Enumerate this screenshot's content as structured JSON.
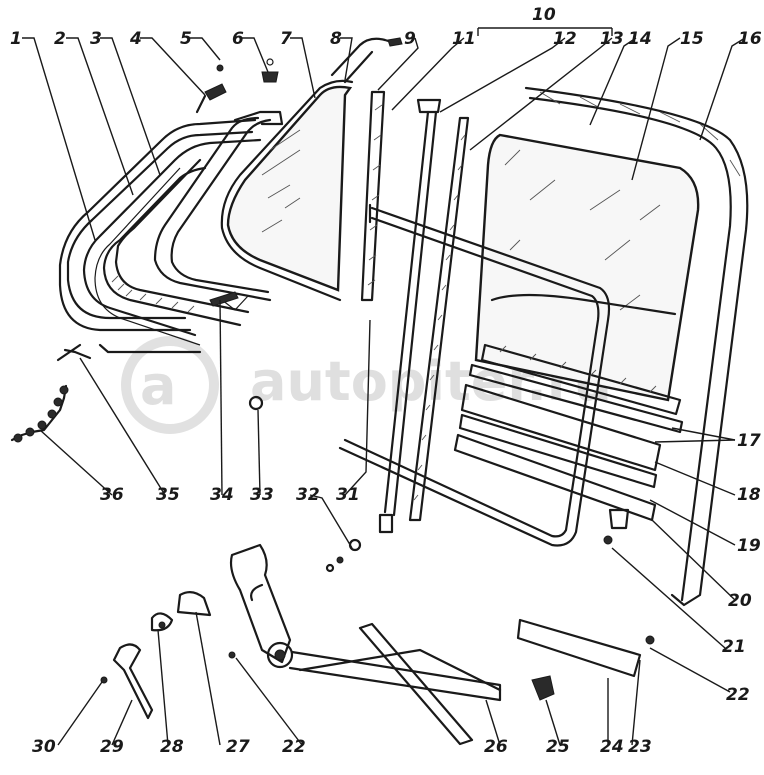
{
  "watermark": "autopiter.ru",
  "watermark_logo": "a",
  "callouts": [
    "1",
    "2",
    "3",
    "4",
    "5",
    "6",
    "7",
    "8",
    "9",
    "10",
    "11",
    "12",
    "13",
    "14",
    "15",
    "16",
    "17",
    "18",
    "19",
    "20",
    "21",
    "22",
    "23",
    "24",
    "25",
    "26",
    "27",
    "28",
    "29",
    "30",
    "31",
    "32",
    "33",
    "34",
    "35",
    "36"
  ],
  "callout_10_group": "10",
  "bottom_labels": [
    "30",
    "29",
    "28",
    "27",
    "22",
    "26",
    "25",
    "24",
    "23"
  ],
  "right_labels": [
    "17",
    "18",
    "19",
    "20",
    "21",
    "22"
  ]
}
